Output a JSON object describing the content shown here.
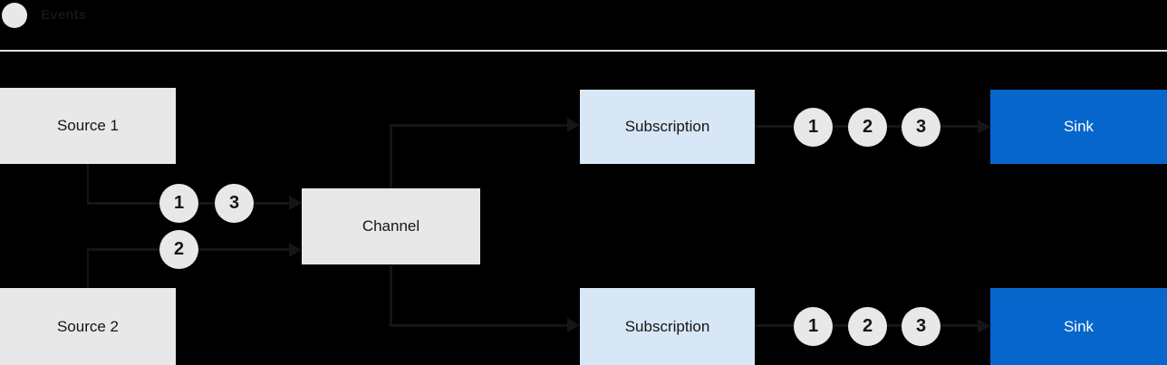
{
  "legend": {
    "label": "Events"
  },
  "nodes": {
    "source1": {
      "label": "Source 1"
    },
    "source2": {
      "label": "Source 2"
    },
    "channel": {
      "label": "Channel"
    },
    "subscriptionTop": {
      "label": "Subscription"
    },
    "subscriptionBottom": {
      "label": "Subscription"
    },
    "sinkTop": {
      "label": "Sink"
    },
    "sinkBottom": {
      "label": "Sink"
    }
  },
  "eventBadges": {
    "source1ToChannel": [
      "1",
      "3"
    ],
    "source2ToChannel": [
      "2"
    ],
    "subscriptionTopToSink": [
      "1",
      "2",
      "3"
    ],
    "subscriptionBottomToSink": [
      "1",
      "2",
      "3"
    ]
  },
  "colors": {
    "background": "#000000",
    "nodeGray": "#e8e8e8",
    "subscriptionBlue": "#d8e7f6",
    "sinkBlue": "#0666cc",
    "connectorLine": "#151515",
    "dividerGray": "#e0e0e0",
    "textDark": "#151515",
    "textLight": "#ffffff"
  }
}
